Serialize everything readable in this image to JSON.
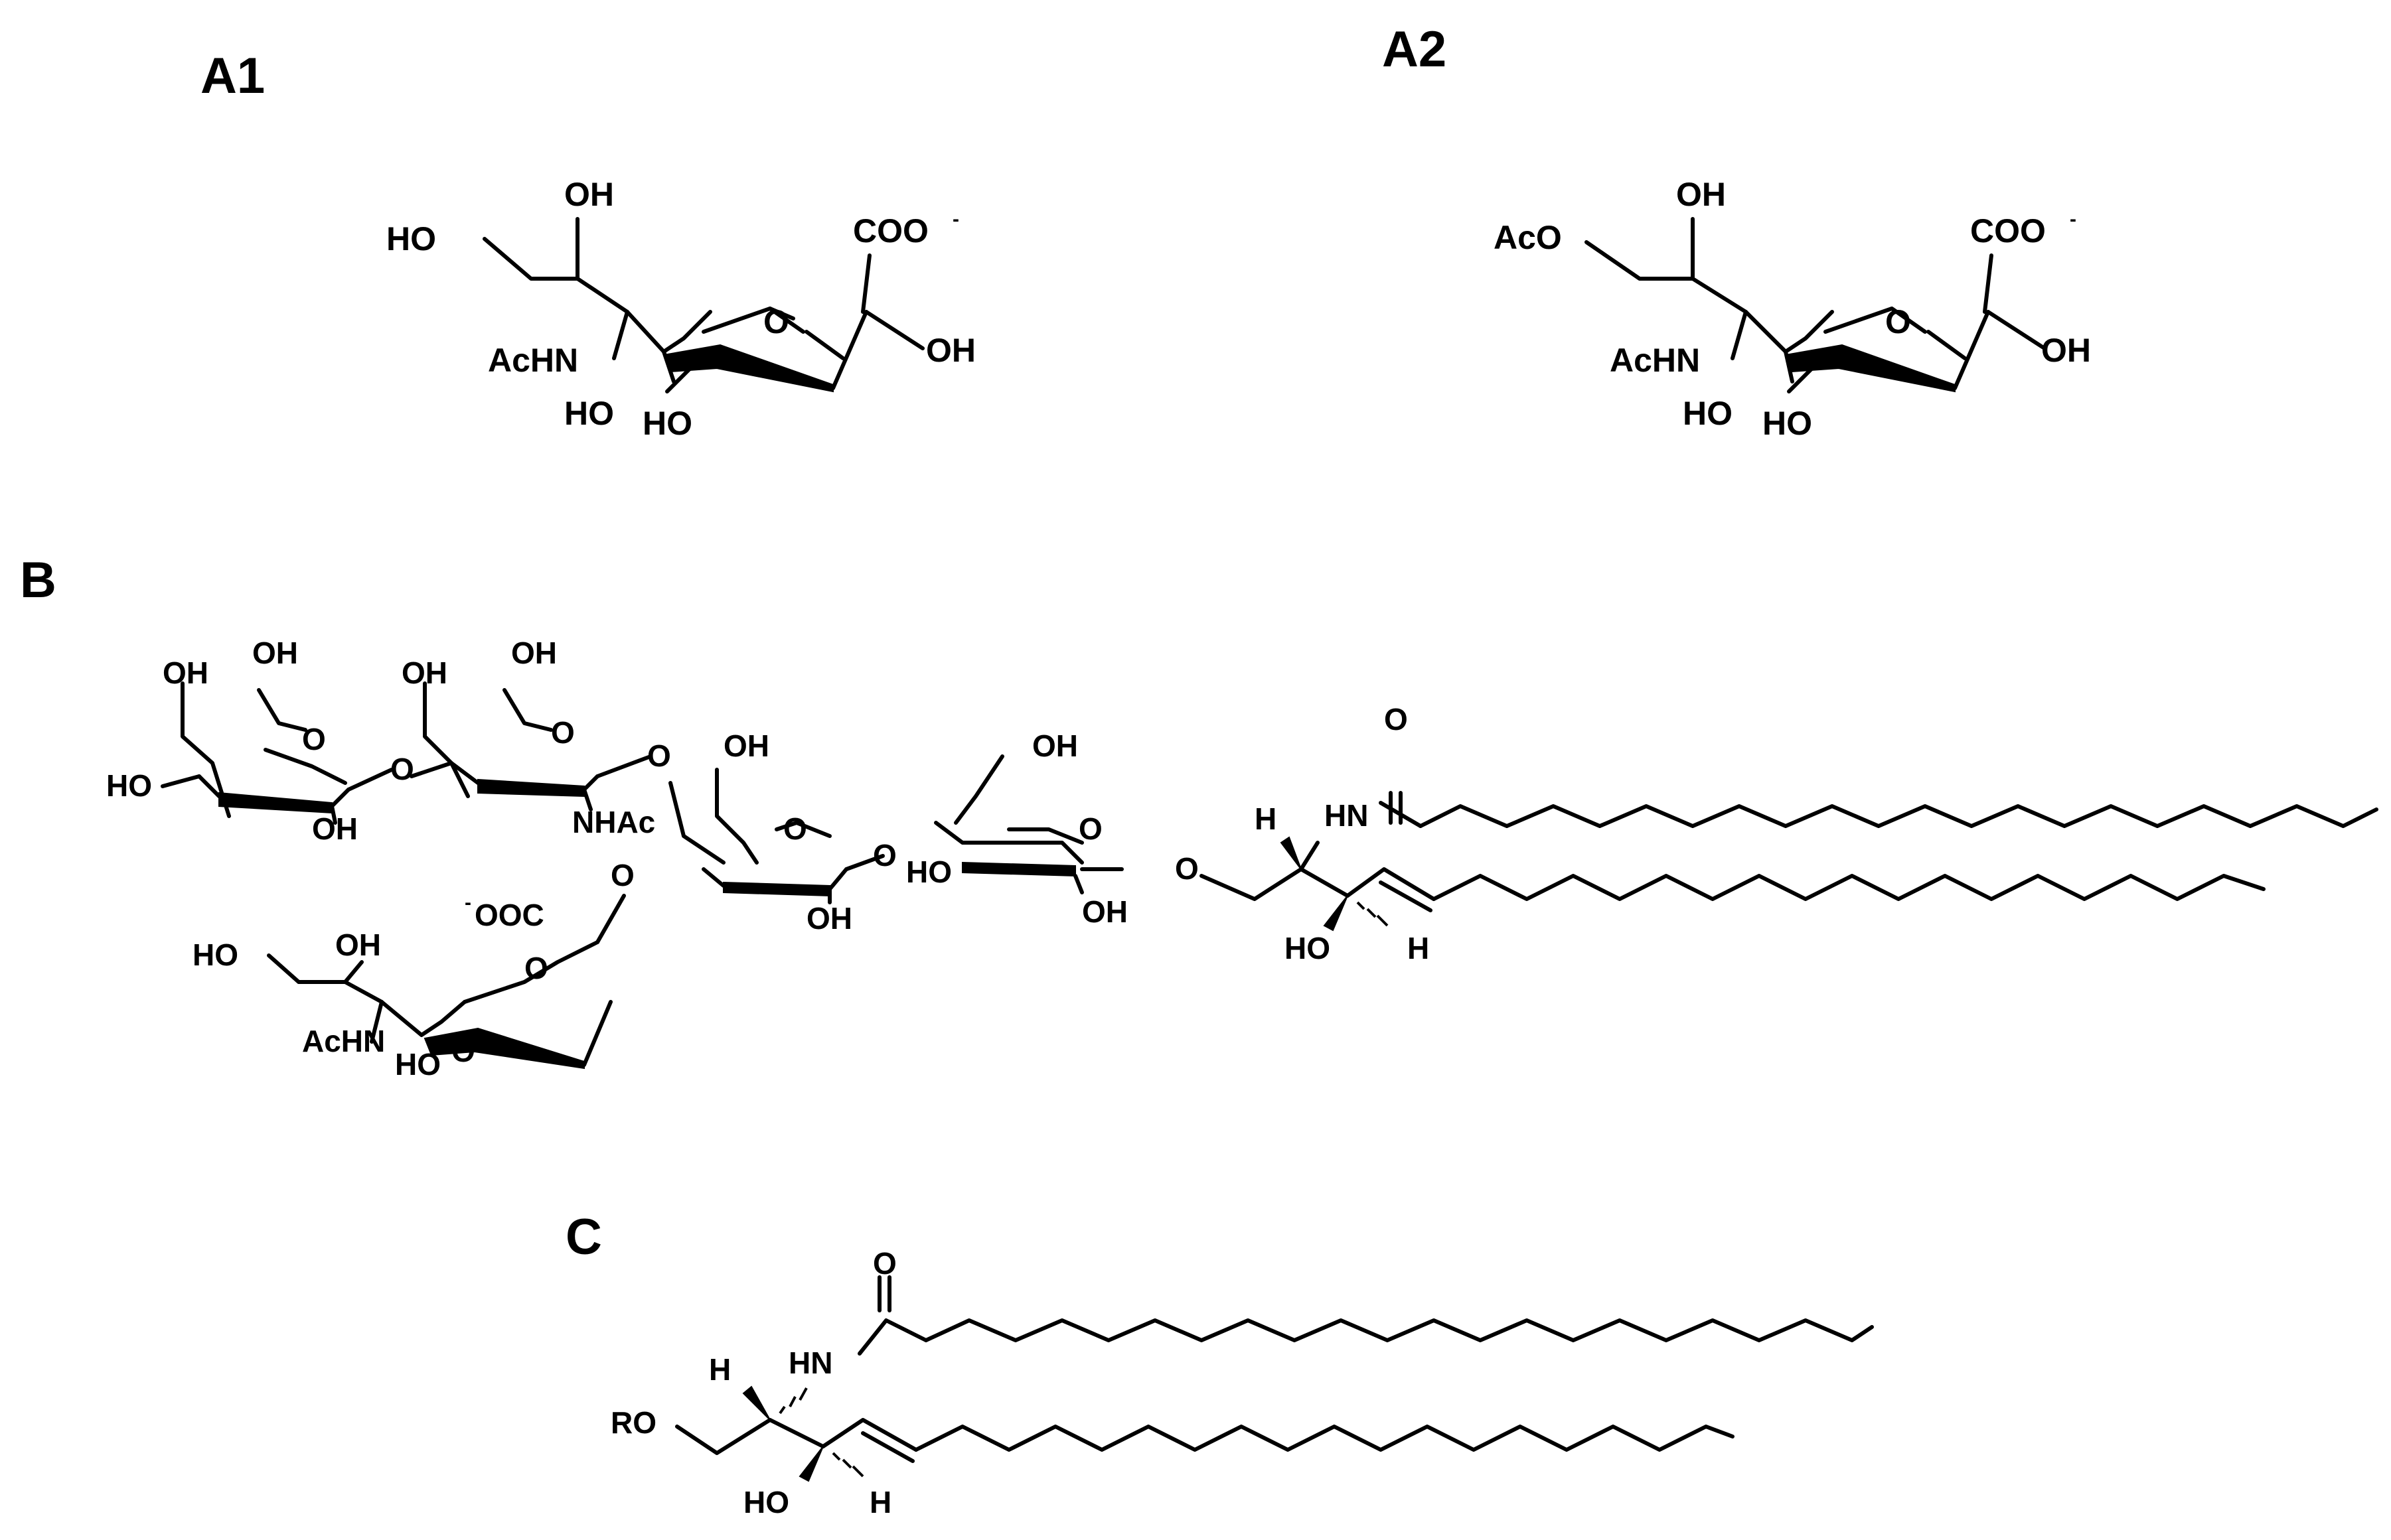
{
  "panels": {
    "a1": {
      "label": "A1"
    },
    "a2": {
      "label": "A2"
    },
    "b": {
      "label": "B"
    },
    "c": {
      "label": "C"
    }
  },
  "atoms": {
    "oh": "OH",
    "ho": "HO",
    "coo": "COO",
    "coo_charge": "-",
    "ooc_charge": "-",
    "ooc": "OOC",
    "o": "O",
    "achn": "AcHN",
    "aco": "AcO",
    "nhac": "NHAc",
    "hn": "HN",
    "h": "H",
    "ro": "RO"
  }
}
